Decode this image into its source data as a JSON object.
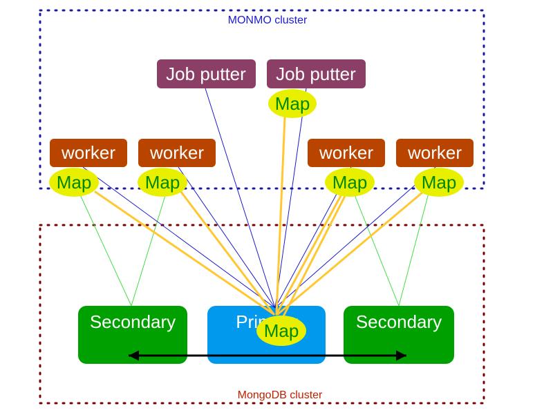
{
  "colors": {
    "monmo_border": "#1a1a9e",
    "monmo_label": "#1a1ad0",
    "mongo_border": "#7a0000",
    "mongo_label": "#c02000",
    "job_putter": "#8b3f66",
    "worker": "#b84400",
    "secondary": "#00a000",
    "primary": "#0099ee",
    "map_fill": "#e8f000",
    "map_text": "#008800",
    "edge_blue": "#1a1ad0",
    "edge_green": "#44dd44",
    "edge_gold": "#ffc830",
    "replication": "#000000"
  },
  "clusters": {
    "monmo": {
      "label": "MONMO cluster"
    },
    "mongodb": {
      "label": "MongoDB cluster"
    }
  },
  "nodes": {
    "job_putters": [
      {
        "label": "Job putter"
      },
      {
        "label": "Job putter",
        "map": "Map"
      }
    ],
    "workers": [
      {
        "label": "worker",
        "map": "Map"
      },
      {
        "label": "worker",
        "map": "Map"
      },
      {
        "label": "worker",
        "map": "Map"
      },
      {
        "label": "worker",
        "map": "Map"
      }
    ],
    "secondaries": [
      {
        "label": "Secondary"
      },
      {
        "label": "Secondary"
      }
    ],
    "primary": {
      "label": "Primary",
      "map": "Map"
    }
  }
}
